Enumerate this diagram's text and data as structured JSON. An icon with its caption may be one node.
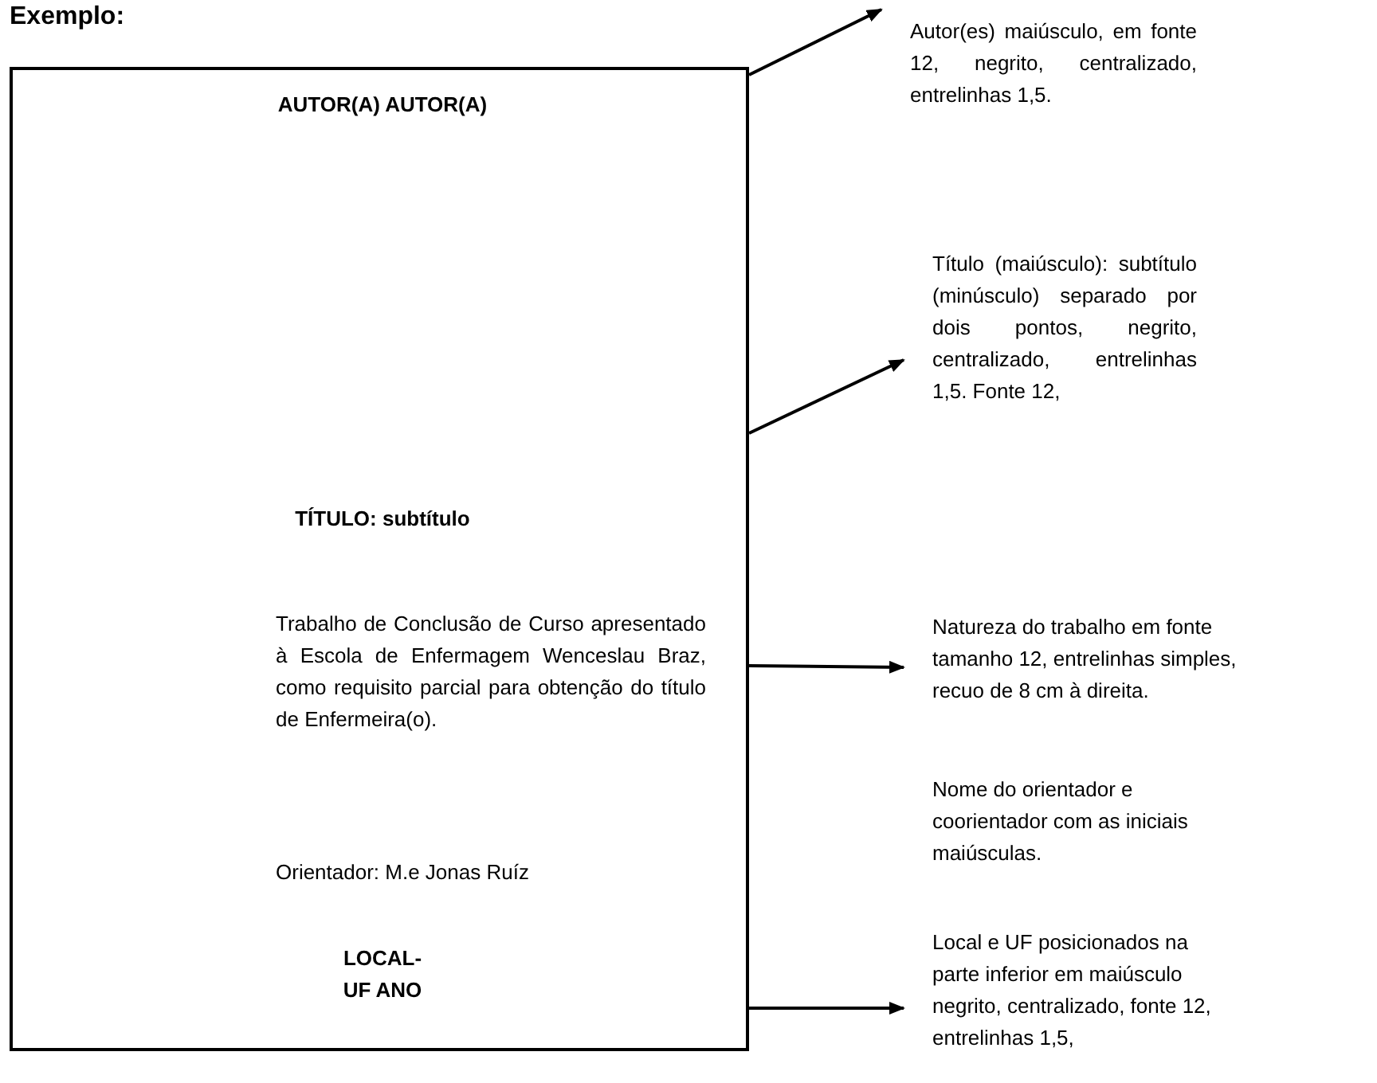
{
  "diagram": {
    "title": "Exemplo:",
    "nodes": [
      {
        "text": [
          "AUTOR(A) AUTOR(A)",
          "TÍTULO: subtítulo",
          "Trabalho de Conclusão de Curso apresentado à Escola de Enfermagem Wenceslau Braz, como requisito parcial para obtenção do título de Enfermeira(o).",
          "Orientador: M.e Jonas Ruíz",
          "LOCAL-UF ANO"
        ]
      },
      {
        "text": [
          "Autor(es) maiúsculo, em fonte 12, negrito, centralizado, entrelinhas 1,5."
        ]
      },
      {
        "text": [
          "Título (maiúsculo): subtítulo (minúsculo) separado por dois pontos, negrito, centralizado, entrelinhas 1,5. Fonte 12,"
        ]
      },
      {
        "text": [
          "Natureza do trabalho em fonte tamanho 12, entrelinhas simples, recuo de 8 cm à direita."
        ]
      },
      {
        "text": [
          "Local e UF posicionados na parte inferior em maiúsculo negrito, centralizado, fonte 12, entrelinhas 1,5,"
        ]
      }
    ],
    "edges": [
      {
        "from": 0,
        "to": 1,
        "arrow": "to"
      },
      {
        "from": 0,
        "to": 2,
        "arrow": "to"
      },
      {
        "from": 0,
        "to": 3,
        "arrow": "to"
      },
      {
        "from": 0,
        "to": 4,
        "arrow": "to"
      }
    ],
    "labels": [
      "Nome do orientador e coorientador com as iniciais maiúsculas."
    ]
  }
}
